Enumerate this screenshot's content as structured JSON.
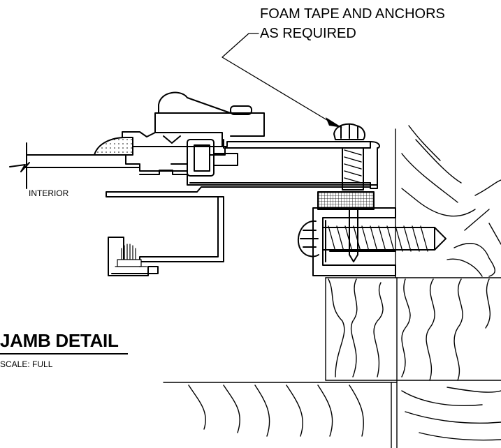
{
  "callout": {
    "line1": "FOAM TAPE AND ANCHORS",
    "line2": "AS REQUIRED"
  },
  "labels": {
    "interior": "INTERIOR"
  },
  "title": {
    "main": "JAMB DETAIL",
    "scale": "SCALE:  FULL"
  },
  "colors": {
    "ink": "#000000",
    "paper": "#ffffff"
  }
}
